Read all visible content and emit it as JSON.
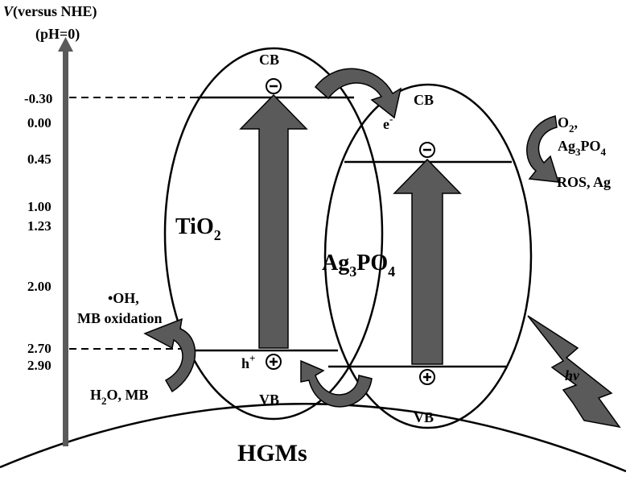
{
  "axis": {
    "title_v": "V",
    "title_rest": "(versus NHE)",
    "subtitle": "(pH=0)",
    "ticks": [
      "-0.30",
      "0.00",
      "0.45",
      "1.00",
      "1.23",
      "2.00",
      "2.70",
      "2.90"
    ]
  },
  "tio2": {
    "name": "TiO",
    "name_sub": "2",
    "cb": "CB",
    "vb": "VB",
    "hole": "h",
    "hole_sup": "+"
  },
  "ag3po4": {
    "name_a": "Ag",
    "name_sub1": "3",
    "name_b": "PO",
    "name_sub2": "4",
    "cb": "CB",
    "vb": "VB"
  },
  "electron": {
    "label": "e",
    "sup": "-"
  },
  "oxidation": {
    "line1": "•OH,",
    "line2": "MB oxidation",
    "reactant_a": "H",
    "reactant_sub": "2",
    "reactant_b": "O, MB"
  },
  "reduction": {
    "o2": "O",
    "o2_sub": "2",
    "o2_comma": ",",
    "ag_a": "Ag",
    "ag_sub1": "3",
    "ag_b": "PO",
    "ag_sub2": "4",
    "product": "ROS, Ag"
  },
  "light": {
    "label": "hv"
  },
  "support": {
    "label": "HGMs"
  },
  "colors": {
    "arrow_fill": "#5a5a5a",
    "line": "#000000",
    "background": "#ffffff"
  }
}
